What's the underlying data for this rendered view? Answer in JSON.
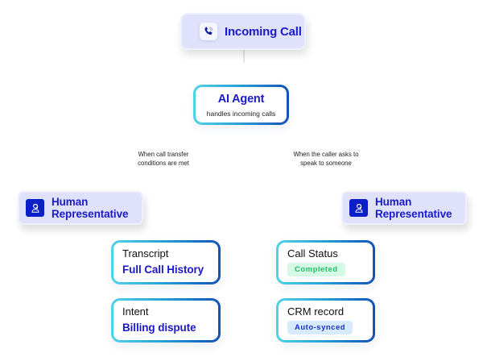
{
  "incoming": {
    "label": "Incoming Call",
    "icon": "phone-icon"
  },
  "ai_agent": {
    "title": "AI Agent",
    "subtitle": "handles incoming calls"
  },
  "conditions": {
    "left": [
      "When call transfer",
      "conditions are met"
    ],
    "right": [
      "When the caller asks to",
      "speak to someone"
    ]
  },
  "human_reps": [
    {
      "line1": "Human",
      "line2": "Representative",
      "icon": "agent-headset-icon"
    },
    {
      "line1": "Human",
      "line2": "Representative",
      "icon": "agent-headset-icon"
    }
  ],
  "details": {
    "transcript": {
      "key": "Transcript",
      "value": "Full Call History"
    },
    "intent": {
      "key": "Intent",
      "value": "Billing dispute"
    },
    "call_status": {
      "key": "Call Status",
      "badge": "Completed",
      "badge_color": "#22c067"
    },
    "crm_record": {
      "key": "CRM record",
      "badge": "Auto-synced",
      "badge_color": "#1a2fc7"
    }
  },
  "colors": {
    "accent": "#1a1acb",
    "node_fill": "#e0e2fb",
    "gradient_start": "#4fd3e6",
    "gradient_end": "#1550b8"
  }
}
